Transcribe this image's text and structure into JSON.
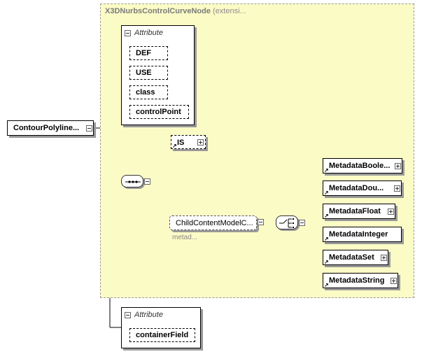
{
  "extension": {
    "name": "X3DNurbsControlCurveNode",
    "suffix": "(extensi..."
  },
  "root": {
    "label": "ContourPolyline..."
  },
  "attr_group_top": {
    "header": "Attribute",
    "items": [
      "DEF",
      "USE",
      "class",
      "controlPoint"
    ]
  },
  "attr_group_bottom": {
    "header": "Attribute",
    "items": [
      "containerField"
    ]
  },
  "is_node": {
    "label": "IS"
  },
  "child_group": {
    "label": "ChildContentModelC...",
    "note": "metad..."
  },
  "choice_items": [
    "MetadataBoole...",
    "MetadataDou...",
    "MetadataFloat",
    "MetadataInteger",
    "MetadataSet",
    "MetadataString"
  ]
}
